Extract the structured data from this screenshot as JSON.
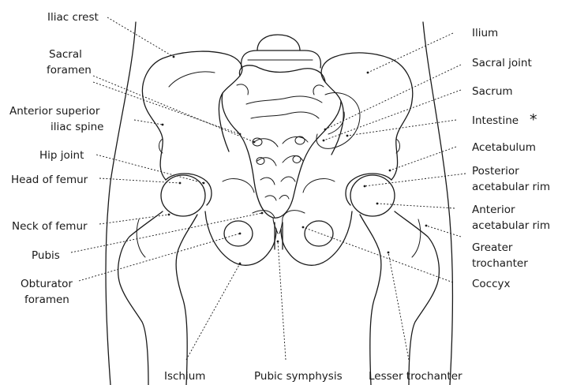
{
  "labels": {
    "iliac_crest": "Iliac crest",
    "sacral_foramen_1": "Sacral",
    "sacral_foramen_2": "foramen",
    "asis_1": "Anterior superior",
    "asis_2": "iliac spine",
    "hip_joint": "Hip joint",
    "head_of_femur": "Head of femur",
    "neck_of_femur": "Neck of femur",
    "pubis": "Pubis",
    "obturator_1": "Obturator",
    "obturator_2": "foramen",
    "ilium": "Ilium",
    "sacral_joint": "Sacral joint",
    "sacrum": "Sacrum",
    "intestine": "Intestine",
    "intestine_mark": "*",
    "acetabulum": "Acetabulum",
    "posterior_rim_1": "Posterior",
    "posterior_rim_2": "acetabular rim",
    "anterior_rim_1": "Anterior",
    "anterior_rim_2": "acetabular rim",
    "greater_trochanter_1": "Greater",
    "greater_trochanter_2": "trochanter",
    "coccyx": "Coccyx",
    "ischium": "Ischium",
    "pubic_symphysis": "Pubic symphysis",
    "lesser_trochanter": "Lesser trochanter"
  }
}
